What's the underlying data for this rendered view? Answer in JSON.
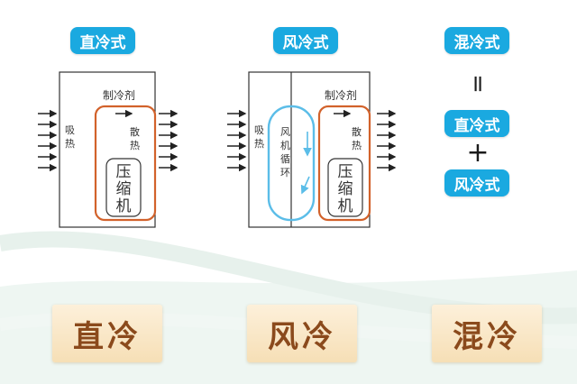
{
  "columns": {
    "direct": {
      "pill": "直冷式",
      "bottom_label": "直冷",
      "refrigerant_label": "制冷剂",
      "absorb_label": [
        "吸",
        "热"
      ],
      "release_label": [
        "散",
        "热"
      ],
      "compressor_label": [
        "压",
        "缩",
        "机"
      ]
    },
    "air": {
      "pill": "风冷式",
      "bottom_label": "风冷",
      "refrigerant_label": "制冷剂",
      "absorb_label": [
        "吸",
        "热"
      ],
      "fan_loop_label": [
        "风",
        "机",
        "循",
        "环"
      ],
      "release_label": [
        "散",
        "热"
      ],
      "compressor_label": [
        "压",
        "缩",
        "机"
      ]
    },
    "hybrid": {
      "pill": "混冷式",
      "bottom_label": "混冷",
      "equals": "=",
      "plus": "+",
      "part1": "直冷式",
      "part2": "风冷式"
    }
  },
  "colors": {
    "pill_blue": "#1aa9e0",
    "loop_orange": "#d2622b",
    "fan_loop_blue": "#5bbde8",
    "label_text_brown": "#8b4a1c"
  }
}
